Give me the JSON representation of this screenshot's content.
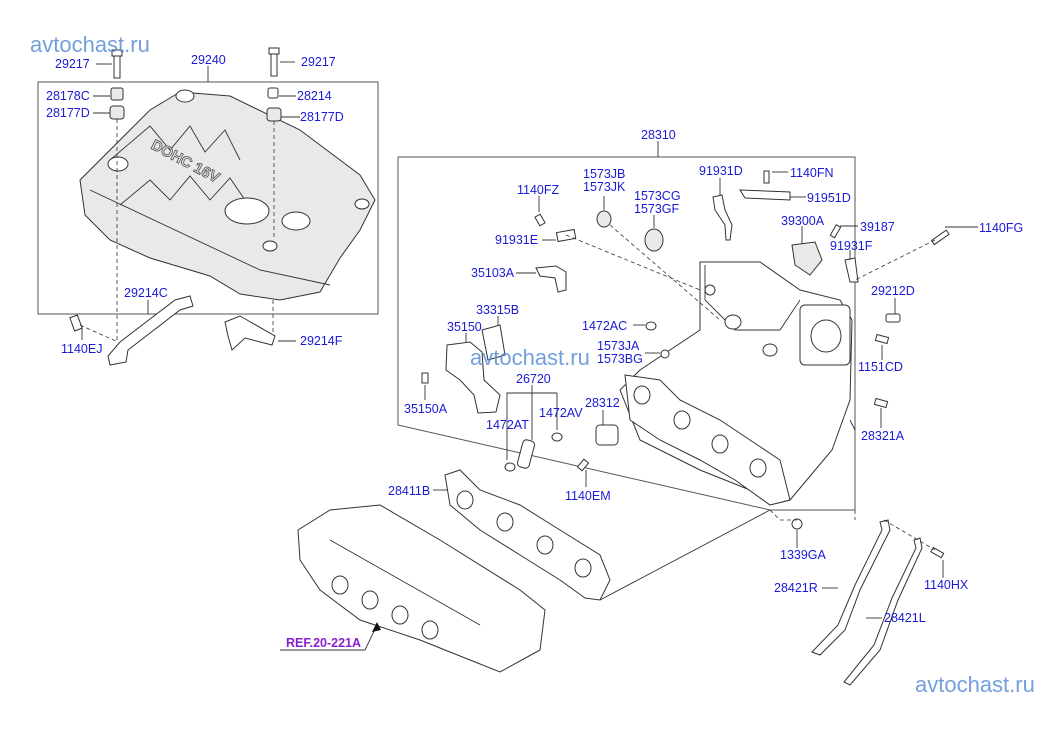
{
  "watermarks": [
    "avtochast.ru",
    "avtochast.ru",
    "avtochast.ru"
  ],
  "engine_cover": {
    "assembly_label": "29240",
    "embossed_text": "DOHC 16V",
    "parts": {
      "bolt_left": "29217",
      "bolt_right": "29217",
      "collar_left": "28178C",
      "grommet_left": "28177D",
      "collar_right": "28214",
      "grommet_right": "28177D",
      "bracket_left": "29214C",
      "bolt_bracket": "1140EJ",
      "bracket_right": "29214F"
    }
  },
  "intake_manifold": {
    "assembly_label": "28310",
    "parts": {
      "bolt_fz": "1140FZ",
      "bracket_e": "91931E",
      "bracket_35103a": "35103A",
      "cap_jb": "1573JB",
      "cap_jk": "1573JK",
      "cap_cg": "1573CG",
      "cap_gf": "1573GF",
      "bracket_d": "91931D",
      "bolt_fn": "1140FN",
      "bracket_951d": "91951D",
      "sensor": "39300A",
      "screw_sensor": "39187",
      "bracket_f": "91931F",
      "bolt_fg": "1140FG",
      "fitting": "29212D",
      "stud": "1151CD",
      "gasket_iacv": "33315B",
      "iacv": "35150",
      "bolt_iacv": "35150A",
      "clamp_ac": "1472AC",
      "cap_ja": "1573JA",
      "cap_bg": "1573BG",
      "hose": "26720",
      "clamp_at": "1472AT",
      "clamp_av": "1472AV",
      "pcv_valve": "28312",
      "bolt_em": "1140EM",
      "plug": "28321A"
    }
  },
  "lower": {
    "gasket": "28411B",
    "nut": "1339GA",
    "stay_right": "28421R",
    "stay_left": "28421L",
    "bolt_hx": "1140HX",
    "reference": "REF.20-221A"
  }
}
